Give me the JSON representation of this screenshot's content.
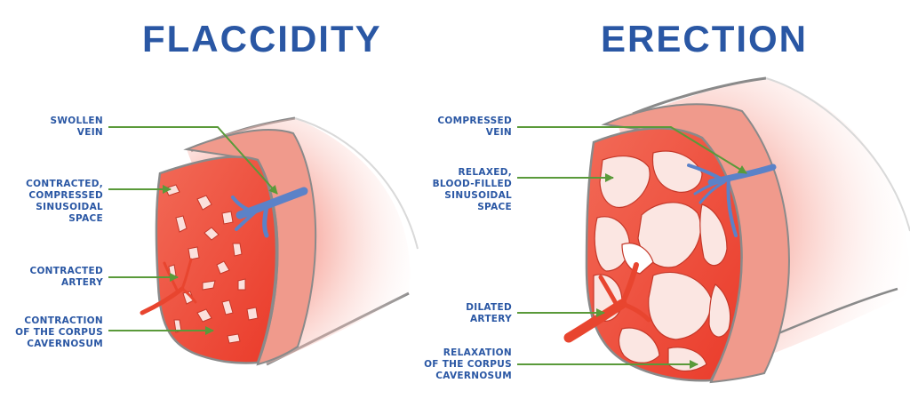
{
  "titles": {
    "left": "FLACCIDITY",
    "right": "ERECTION"
  },
  "left_labels": {
    "swollen_vein": [
      "SWOLLEN",
      "VEIN"
    ],
    "contracted_space": [
      "CONTRACTED,",
      "COMPRESSED",
      "SINUSOIDAL SPACE"
    ],
    "contracted_artery": [
      "CONTRACTED",
      "ARTERY"
    ],
    "contraction": [
      "CONTRACTION",
      "OF THE CORPUS",
      "CAVERNOSUM"
    ]
  },
  "right_labels": {
    "compressed_vein": [
      "COMPRESSED",
      "VEIN"
    ],
    "relaxed_space": [
      "RELAXED,",
      "BLOOD-FILLED",
      "SINUSOIDAL SPACE"
    ],
    "dilated_artery": [
      "DILATED",
      "ARTERY"
    ],
    "relaxation": [
      "RELAXATION",
      "OF THE CORPUS",
      "CAVERNOSUM"
    ]
  },
  "colors": {
    "title_blue": "#2a57a4",
    "tissue_red": "#ef4b3a",
    "vein_blue": "#5b82c8",
    "arrow_green": "#5a9a3a",
    "outline_gray": "#8a8a8a"
  }
}
